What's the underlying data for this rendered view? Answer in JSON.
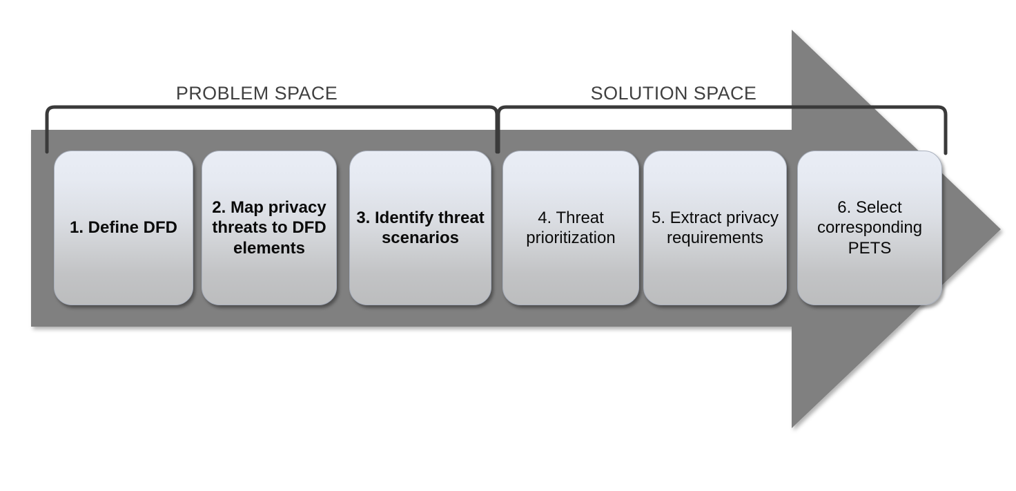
{
  "diagram": {
    "title": "Privacy threat modeling process arrow diagram",
    "background_color": "#ffffff",
    "arrow_color": "#808080",
    "bracket_color": "#3a3a3a",
    "label_color": "#404040",
    "box_text_color": "#0a0a0a",
    "box_gradient_top": "#e9edf5",
    "box_gradient_bottom": "#bcbdbe"
  },
  "brackets": [
    {
      "id": "problem-space",
      "label": "PROBLEM SPACE"
    },
    {
      "id": "solution-space",
      "label": "SOLUTION SPACE"
    }
  ],
  "steps": [
    {
      "number": "1.",
      "label": "1. Define DFD",
      "weight": "bold",
      "group": "PROBLEM SPACE"
    },
    {
      "number": "2.",
      "label": "2. Map privacy threats to DFD elements",
      "weight": "bold",
      "group": "PROBLEM SPACE"
    },
    {
      "number": "3.",
      "label": "3. Identify threat scenarios",
      "weight": "bold",
      "group": "PROBLEM SPACE"
    },
    {
      "number": "4.",
      "label": "4. Threat prioritization",
      "weight": "regular",
      "group": "SOLUTION SPACE"
    },
    {
      "number": "5.",
      "label": "5. Extract privacy requirements",
      "weight": "regular",
      "group": "SOLUTION SPACE"
    },
    {
      "number": "6.",
      "label": "6. Select corresponding PETS",
      "weight": "regular",
      "group": "SOLUTION SPACE"
    }
  ]
}
